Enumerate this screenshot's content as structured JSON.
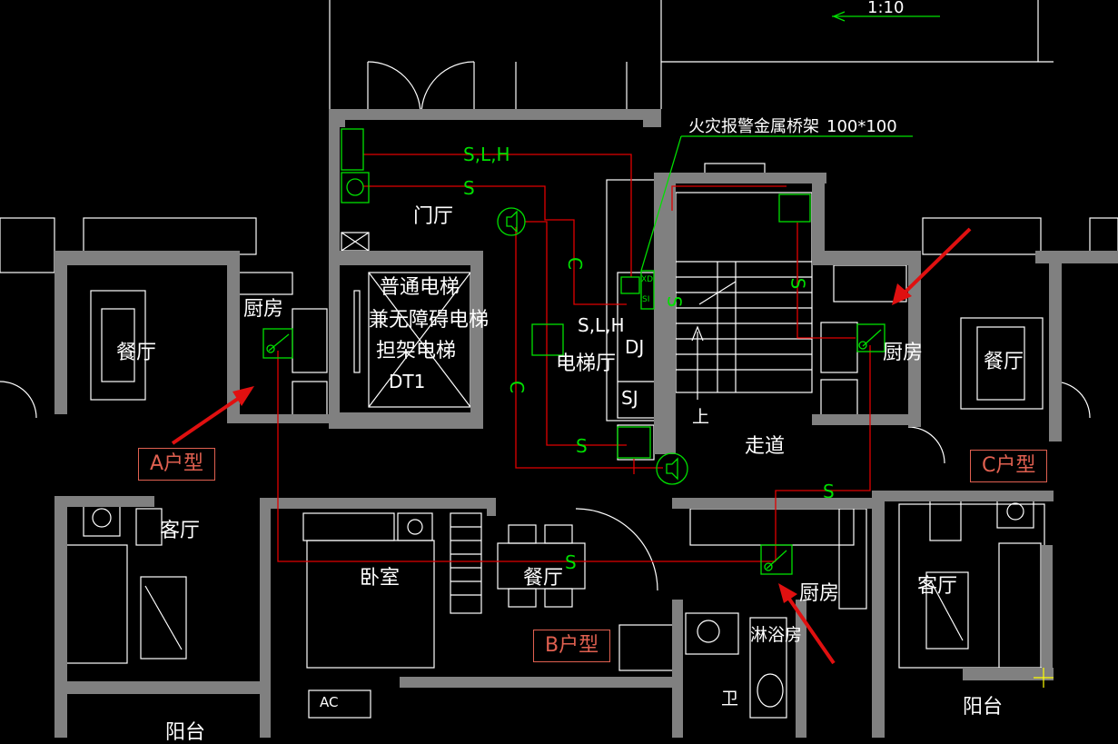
{
  "scale": "1:10",
  "tray_note": {
    "label": "火灾报警金属桥架",
    "size": "100*100"
  },
  "rooms": {
    "entrance_hall": "门厅",
    "elevator_line1": "普通电梯",
    "elevator_line2": "兼无障碍电梯",
    "elevator_line3": "担架电梯",
    "elevator_id": "DT1",
    "elevator_lobby": "电梯厅",
    "corridor": "走道",
    "up": "上",
    "kitchen_a": "厨房",
    "kitchen_c": "厨房",
    "kitchen_b": "厨房",
    "dining_a": "餐厅",
    "dining_c": "餐厅",
    "dining_b": "餐厅",
    "living_a": "客厅",
    "living_c": "客厅",
    "bedroom_b": "卧室",
    "shower": "淋浴房",
    "bath": "卫",
    "balcony_c": "阳台",
    "balcony_a": "阳台",
    "ac": "AC"
  },
  "shafts": {
    "dj": "DJ",
    "sj": "SJ",
    "shaft_label": "S,L,H"
  },
  "signals": {
    "slh_top": "S,L,H",
    "s_top": "S",
    "c_vertical_a": "C",
    "c_vertical_b": "C",
    "s_vertical_stair": "S",
    "s_vertical_right": "S",
    "s_lower": "S",
    "s_right_lower": "S",
    "s_bottom": "S",
    "module_xd": "XD",
    "module_si": "SI"
  },
  "unit_tags": {
    "a": "A户型",
    "b": "B户型",
    "c": "C户型"
  },
  "colors": {
    "wall": "#808080",
    "line": "#ffffff",
    "cable": "#e00000",
    "device": "#00e000",
    "arrow": "#e01010",
    "tag": "#e06050"
  }
}
